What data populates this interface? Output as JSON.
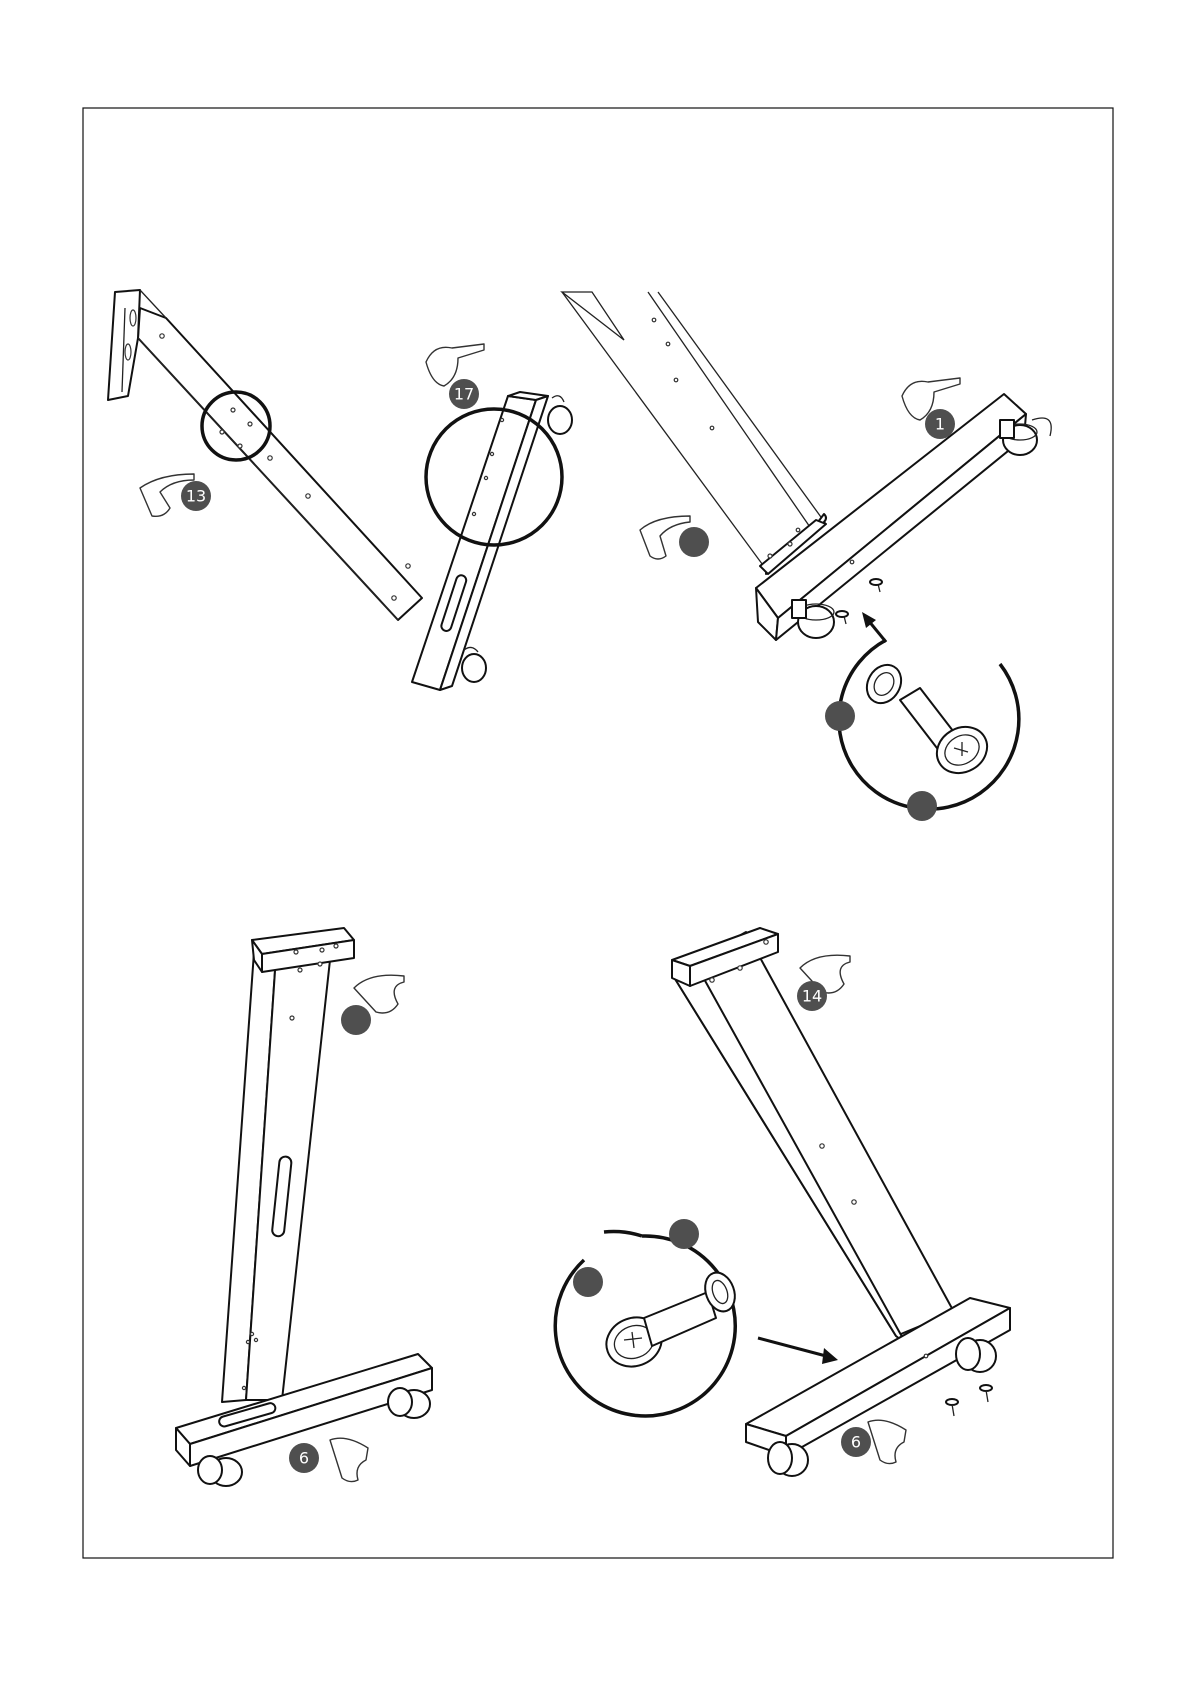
{
  "badges": [
    {
      "id": "top-left-part",
      "label": "13"
    },
    {
      "id": "top-mid-part",
      "label": "17"
    },
    {
      "id": "top-right-upright",
      "label": ""
    },
    {
      "id": "top-right-base",
      "label": "1"
    },
    {
      "id": "top-right-detail-a",
      "label": ""
    },
    {
      "id": "top-right-detail-b",
      "label": ""
    },
    {
      "id": "bottom-left-upright",
      "label": ""
    },
    {
      "id": "bottom-left-base",
      "label": "6"
    },
    {
      "id": "bottom-right-upright",
      "label": "14"
    },
    {
      "id": "bottom-right-base",
      "label": "6"
    },
    {
      "id": "bottom-right-detail-a",
      "label": ""
    },
    {
      "id": "bottom-right-detail-b",
      "label": ""
    }
  ]
}
